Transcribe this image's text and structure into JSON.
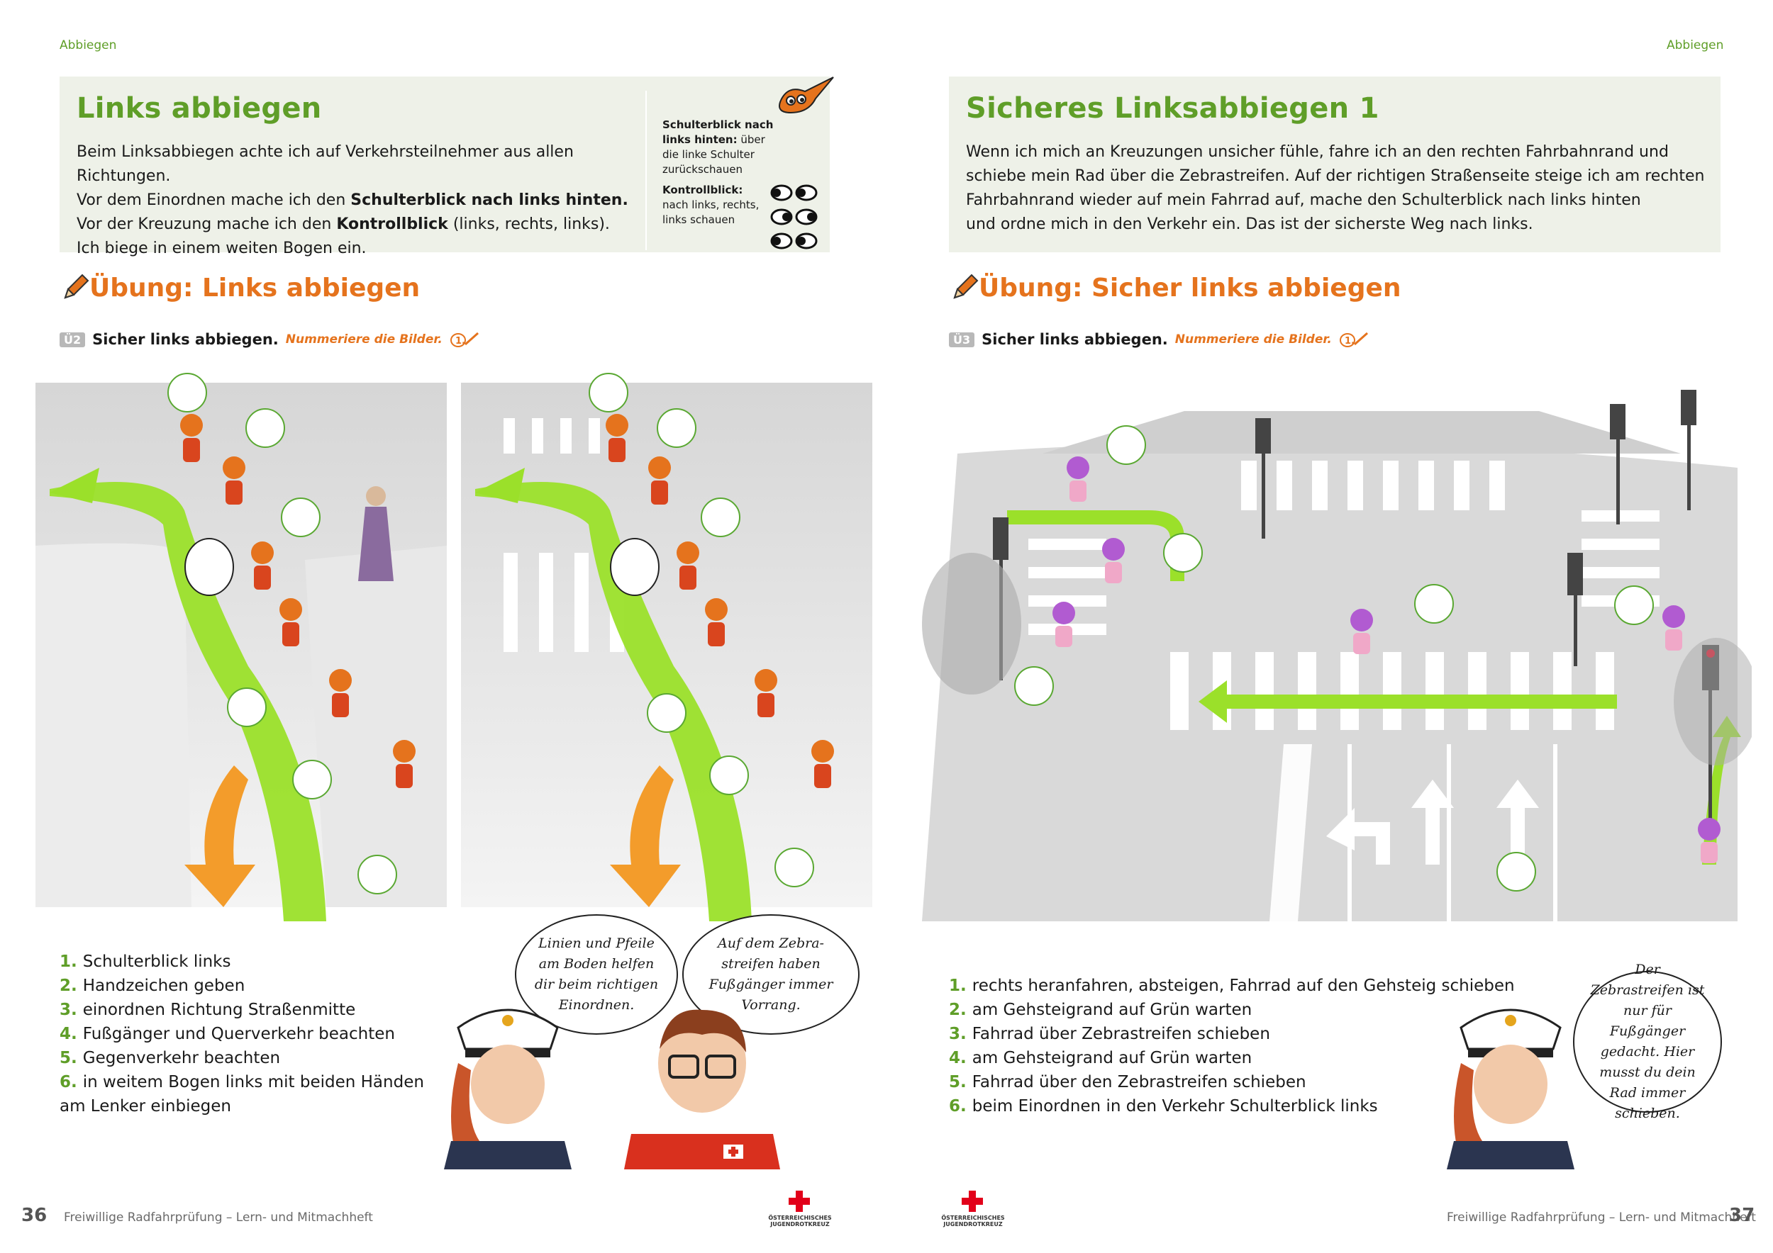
{
  "left": {
    "header": "Abbiegen",
    "title": "Links abbiegen",
    "intro_lines": [
      [
        "Beim Linksabbiegen achte ich auf Verkehrsteilnehmer aus allen Richtungen."
      ],
      [
        "Vor dem Einordnen mache ich den ",
        "Schulterblick nach links hinten."
      ],
      [
        "Vor der Kreuzung mache ich den ",
        "Kontrollblick",
        " (links, rechts, links)."
      ],
      [
        "Ich biege in einem weiten Bogen ein."
      ]
    ],
    "sidebar": {
      "shoulder_bold": "Schulterblick nach links hinten:",
      "shoulder_text": "über die linke Schulter zurückschauen",
      "control_bold": "Kontrollblick:",
      "control_text": "nach links, rechts, links schauen"
    },
    "exercise_title": "Übung: Links abbiegen",
    "task": {
      "num": "Ü2",
      "text": "Sicher links abbiegen.",
      "hint": "Nummeriere die Bilder."
    },
    "steps": [
      {
        "n": "1.",
        "text": "Schulterblick links"
      },
      {
        "n": "2.",
        "text": "Handzeichen geben"
      },
      {
        "n": "3.",
        "text": "einordnen Richtung Straßenmitte"
      },
      {
        "n": "4.",
        "text": "Fußgänger und Querverkehr beachten"
      },
      {
        "n": "5.",
        "text": "Gegenverkehr beachten"
      },
      {
        "n": "6.",
        "text": "in weitem Bogen links mit beiden Händen am Lenker einbiegen"
      }
    ],
    "bubble1": "Linien und Pfeile am Boden helfen dir beim richtigen Einordnen.",
    "bubble2": "Auf dem Zebra-streifen haben Fußgänger immer Vorrang.",
    "page_number": "36",
    "footer": "Freiwillige Radfahrprüfung – Lern- und Mitmachheft"
  },
  "right": {
    "header": "Abbiegen",
    "title": "Sicheres Linksabbiegen 1",
    "intro_lines": [
      "Wenn ich mich an Kreuzungen unsicher fühle, fahre ich an den rechten Fahrbahnrand und",
      "schiebe mein Rad über die Zebrastreifen. Auf der richtigen Straßenseite steige ich am rechten",
      "Fahrbahnrand wieder auf mein Fahrrad auf, mache den Schulterblick nach links hinten",
      "und ordne mich in den Verkehr ein. Das ist der sicherste Weg nach links."
    ],
    "exercise_title": "Übung: Sicher links abbiegen",
    "task": {
      "num": "Ü3",
      "text": "Sicher links abbiegen.",
      "hint": "Nummeriere die Bilder."
    },
    "steps": [
      {
        "n": "1.",
        "text": "rechts heranfahren, absteigen, Fahrrad auf den Gehsteig schieben"
      },
      {
        "n": "2.",
        "text": "am Gehsteigrand auf Grün warten"
      },
      {
        "n": "3.",
        "text": "Fahrrad über Zebrastreifen schieben"
      },
      {
        "n": "4.",
        "text": "am Gehsteigrand auf Grün warten"
      },
      {
        "n": "5.",
        "text": "Fahrrad über den Zebrastreifen schieben"
      },
      {
        "n": "6.",
        "text": "beim Einordnen in den Verkehr Schulterblick links"
      }
    ],
    "bubble": "Der Zebrastreifen ist nur für Fußgänger gedacht. Hier musst du dein Rad immer schieben.",
    "page_number": "37",
    "footer": "Freiwillige Radfahrprüfung – Lern- und Mitmachheft"
  },
  "logo": {
    "line1": "ÖSTERREICHISCHES",
    "line2": "JUGENDROTKREUZ"
  },
  "colors": {
    "green": "#5f9e28",
    "orange": "#e5731d",
    "box": "#eef1e8",
    "arrow": "#9be02a",
    "red": "#e2001a"
  }
}
